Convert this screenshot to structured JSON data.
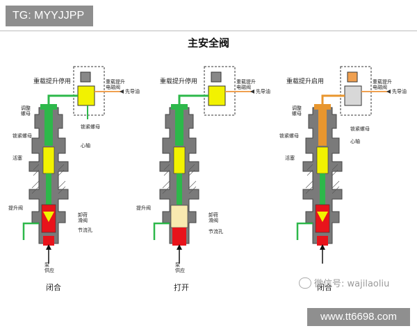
{
  "header": {
    "tag": "TG: MYYJJPP",
    "title": "主安全阀"
  },
  "panels": [
    {
      "state_label": "重载提升停用",
      "solenoid_label": "重载提升\n电磁阀",
      "pilot_label": "先导油",
      "labels": {
        "adjust_nut": "调整\n螺母",
        "lock_nut_right": "锁紧螺母",
        "spindle": "心轴",
        "lock_nut_left": "锁紧螺母",
        "piston": "活塞",
        "poppet": "提升阀",
        "unload_valve": "卸荷\n滑阀",
        "orifice": "节流孔",
        "pump": "泵\n供应"
      },
      "caption": "闭合"
    },
    {
      "state_label": "重载提升停用",
      "solenoid_label": "重载提升\n电磁阀",
      "pilot_label": "先导油",
      "labels": {
        "poppet": "提升阀",
        "unload_valve": "卸荷\n滑阀",
        "orifice": "节流孔",
        "pump": "泵\n供应"
      },
      "caption": "打开"
    },
    {
      "state_label": "重载提升启用",
      "solenoid_label": "重载提升\n电磁阀",
      "pilot_label": "先导油",
      "labels": {
        "adjust_nut": "调整\n螺母",
        "lock_nut_right": "锁紧螺母",
        "spindle": "心轴",
        "lock_nut_left": "锁紧螺母",
        "piston": "活塞"
      },
      "caption": "闭合"
    }
  ],
  "watermark": {
    "text": "微信号: wajilaoliu",
    "icon": "wechat-icon"
  },
  "footer": {
    "url": "www.tt6698.com"
  },
  "colors": {
    "gray": "#7a7a7a",
    "green": "#2db84a",
    "yellow": "#f2f200",
    "red": "#e8131b",
    "orange": "#e8962e",
    "tag_bg": "#8e8e8e"
  }
}
